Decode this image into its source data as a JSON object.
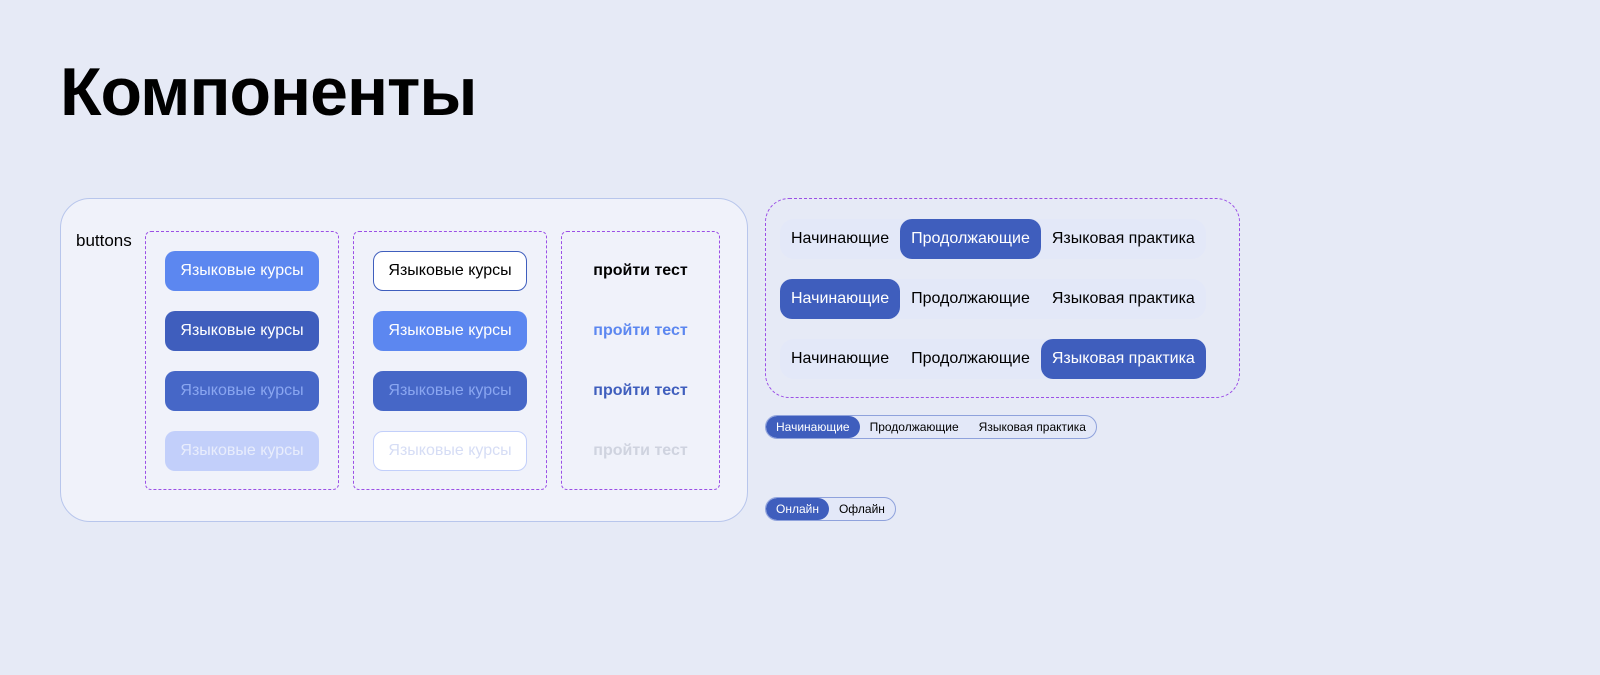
{
  "page": {
    "title": "Компоненты"
  },
  "buttons_panel": {
    "label": "buttons",
    "columns": [
      {
        "buttons": [
          {
            "label": "Языковые курсы",
            "state": "default",
            "bg": "#5c87f0",
            "text": "#ffffff"
          },
          {
            "label": "Языковые курсы",
            "state": "hover",
            "bg": "#3f5ebd",
            "text": "#ffffff"
          },
          {
            "label": "Языковые курсы",
            "state": "pressed",
            "bg": "#4667c7",
            "text": "#8aa6f0"
          },
          {
            "label": "Языковые курсы",
            "state": "disabled",
            "bg": "#c2cffa",
            "text": "#e8edfc"
          }
        ]
      },
      {
        "buttons": [
          {
            "label": "Языковые курсы",
            "state": "default",
            "bg": "#ffffff",
            "text": "#000000"
          },
          {
            "label": "Языковые курсы",
            "state": "hover",
            "bg": "#5c87f0",
            "text": "#ffffff"
          },
          {
            "label": "Языковые курсы",
            "state": "pressed",
            "bg": "#4667c7",
            "text": "#8aa6f0"
          },
          {
            "label": "Языковые курсы",
            "state": "disabled",
            "bg": "#ffffff",
            "text": "#d6ddf5"
          }
        ]
      },
      {
        "links": [
          {
            "label": "пройти тест",
            "state": "default",
            "text": "#000000"
          },
          {
            "label": "пройти тест",
            "state": "hover",
            "text": "#5c87f0"
          },
          {
            "label": "пройти тест",
            "state": "pressed",
            "text": "#3f5ebd"
          },
          {
            "label": "пройти тест",
            "state": "disabled",
            "text": "#cfd3df"
          }
        ]
      }
    ]
  },
  "tabs_panel": {
    "variants": [
      {
        "items": [
          "Начинающие",
          "Продолжающие",
          "Языковая практика"
        ],
        "active": "Продолжающие"
      },
      {
        "items": [
          "Начинающие",
          "Продолжающие",
          "Языковая практика"
        ],
        "active": "Начинающие"
      },
      {
        "items": [
          "Начинающие",
          "Продолжающие",
          "Языковая практика"
        ],
        "active": "Языковая практика"
      }
    ]
  },
  "small_tabs": {
    "items": [
      "Начинающие",
      "Продолжающие",
      "Языковая практика"
    ],
    "active": "Начинающие"
  },
  "mode_toggle": {
    "items": [
      "Онлайн",
      "Офлайн"
    ],
    "active": "Онлайн"
  },
  "colors": {
    "background": "#e6eaf6",
    "primary": "#3f5ebd",
    "primary_light": "#5c87f0",
    "dashed_outline": "#9b4fe6"
  }
}
